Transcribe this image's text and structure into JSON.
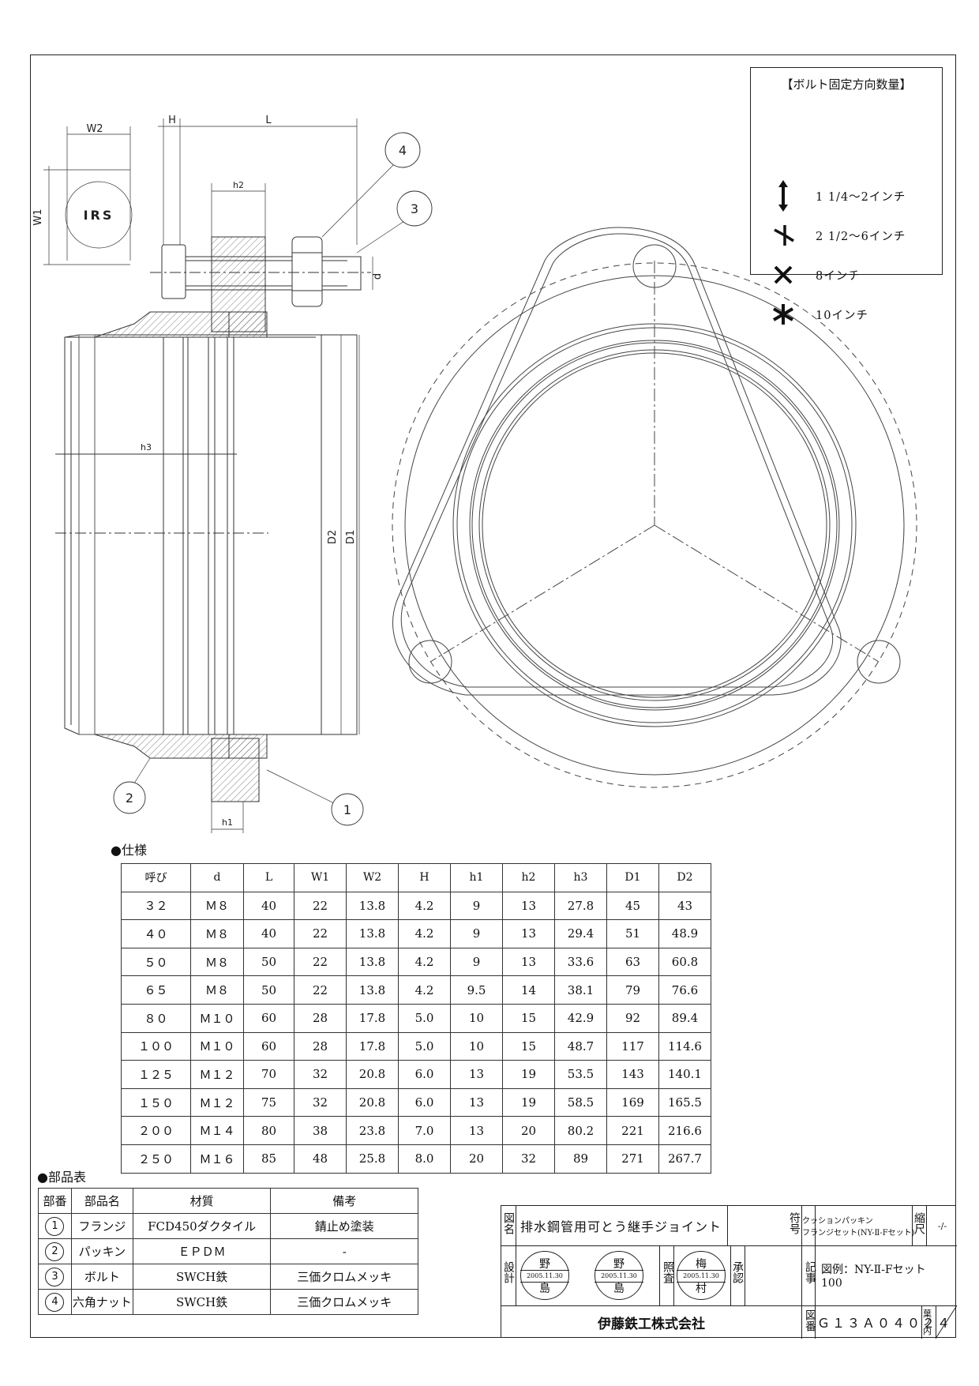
{
  "legend": {
    "title": "【ボルト固定方向数量】",
    "rows": [
      {
        "icon": "two-way-arrow-icon",
        "label": "1 1/4～2インチ"
      },
      {
        "icon": "three-way-y-icon",
        "label": "2 1/2～6インチ"
      },
      {
        "icon": "x-cross-icon",
        "label": "8インチ"
      },
      {
        "icon": "six-point-asterisk-icon",
        "label": "10インチ"
      }
    ]
  },
  "drawing": {
    "dims": {
      "W2": "W2",
      "W1": "W1",
      "H": "H",
      "L": "L",
      "h1": "h1",
      "h2": "h2",
      "h3": "h3",
      "D1": "D1",
      "D2": "D2",
      "d": "d"
    },
    "logo_text": "IRS",
    "balloons": [
      "1",
      "2",
      "3",
      "4"
    ]
  },
  "spec": {
    "label": "●仕様",
    "headers": [
      "呼び",
      "d",
      "L",
      "W1",
      "W2",
      "H",
      "h1",
      "h2",
      "h3",
      "D1",
      "D2"
    ],
    "rows": [
      [
        "３２",
        "Ｍ８",
        "40",
        "22",
        "13.8",
        "4.2",
        "9",
        "13",
        "27.8",
        "45",
        "43"
      ],
      [
        "４０",
        "Ｍ８",
        "40",
        "22",
        "13.8",
        "4.2",
        "9",
        "13",
        "29.4",
        "51",
        "48.9"
      ],
      [
        "５０",
        "Ｍ８",
        "50",
        "22",
        "13.8",
        "4.2",
        "9",
        "13",
        "33.6",
        "63",
        "60.8"
      ],
      [
        "６５",
        "Ｍ８",
        "50",
        "22",
        "13.8",
        "4.2",
        "9.5",
        "14",
        "38.1",
        "79",
        "76.6"
      ],
      [
        "８０",
        "Ｍ１０",
        "60",
        "28",
        "17.8",
        "5.0",
        "10",
        "15",
        "42.9",
        "92",
        "89.4"
      ],
      [
        "１００",
        "Ｍ１０",
        "60",
        "28",
        "17.8",
        "5.0",
        "10",
        "15",
        "48.7",
        "117",
        "114.6"
      ],
      [
        "１２５",
        "Ｍ１２",
        "70",
        "32",
        "20.8",
        "6.0",
        "13",
        "19",
        "53.5",
        "143",
        "140.1"
      ],
      [
        "１５０",
        "Ｍ１２",
        "75",
        "32",
        "20.8",
        "6.0",
        "13",
        "19",
        "58.5",
        "169",
        "165.5"
      ],
      [
        "２００",
        "Ｍ１４",
        "80",
        "38",
        "23.8",
        "7.0",
        "13",
        "20",
        "80.2",
        "221",
        "216.6"
      ],
      [
        "２５０",
        "Ｍ１６",
        "85",
        "48",
        "25.8",
        "8.0",
        "20",
        "32",
        "89",
        "271",
        "267.7"
      ]
    ]
  },
  "parts": {
    "label": "●部品表",
    "headers": [
      "部番",
      "部品名",
      "材質",
      "備考"
    ],
    "rows": [
      [
        "1",
        "フランジ",
        "FCD450ダクタイル",
        "錆止め塗装"
      ],
      [
        "2",
        "パッキン",
        "ＥＰＤＭ",
        "-"
      ],
      [
        "3",
        "ボルト",
        "SWCH鉄",
        "三価クロムメッキ"
      ],
      [
        "4",
        "六角ナット",
        "SWCH鉄",
        "三価クロムメッキ"
      ]
    ]
  },
  "title_block": {
    "zumei_label": "図名",
    "title": "排水鋼管用可とう継手ジョイント",
    "fugo_label": "符号",
    "fugo_line1": "クッションパッキン",
    "fugo_line2": "フランジセット(NY-Ⅱ-Fセット)",
    "shukushaku_label": "縮尺",
    "scale": "-/-",
    "sekkei_label": "設計",
    "shosa_label": "照査",
    "shonin_label": "承認",
    "stamps": [
      {
        "top": "野",
        "date": "2005.11.30",
        "bottom": "島"
      },
      {
        "top": "野",
        "date": "2005.11.30",
        "bottom": "島"
      },
      {
        "top": "梅",
        "date": "2005.11.30",
        "bottom": "村"
      }
    ],
    "kiji_label": "記事",
    "note": "図例：NY-Ⅱ-Fセット　100",
    "company": "伊藤鉄工株式会社",
    "zuban_label": "図番",
    "drawing_no": "Ｇ１３Ａ０４０２４",
    "sheet_label": "葉ノ内"
  }
}
